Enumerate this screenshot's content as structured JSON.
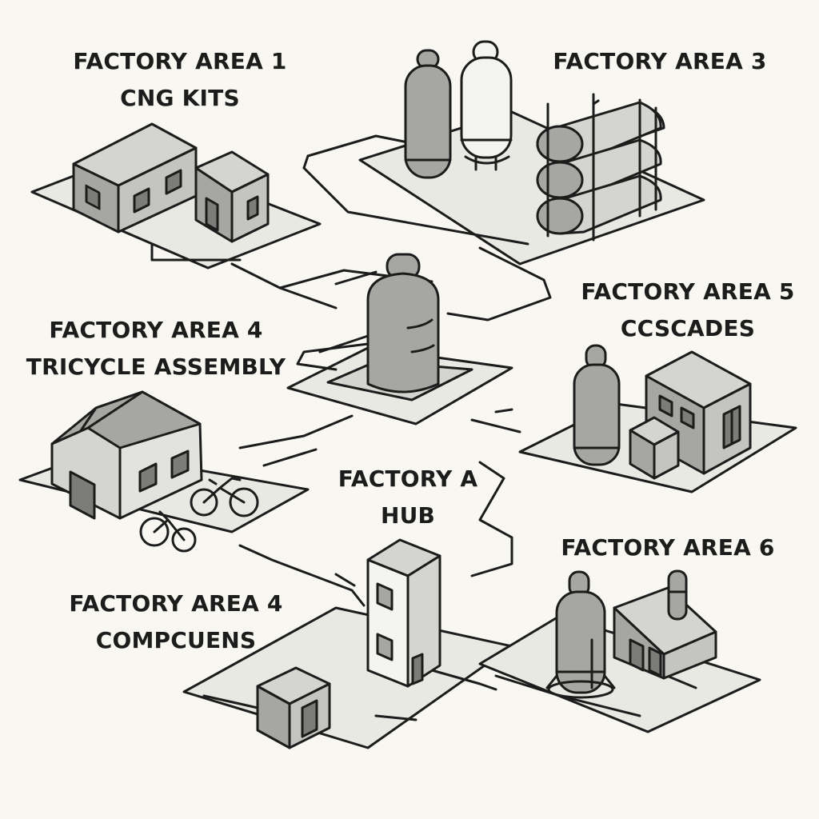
{
  "labels": {
    "area1": {
      "line1": "FACTORY AREA 1",
      "line2": "CNG KITS"
    },
    "area3": {
      "line1": "FACTORY AREA 3"
    },
    "area5": {
      "line1": "FACTORY AREA 5",
      "line2": "CCSCADES"
    },
    "area4_tricycle": {
      "line1": "FACTORY AREA 4",
      "line2": "TRICYCLE ASSEMBLY"
    },
    "hub": {
      "line1": "FACTORY A",
      "line2": "HUB"
    },
    "area6": {
      "line1": "FACTORY AREA 6"
    },
    "area4_comp": {
      "line1": "FACTORY AREA 4",
      "line2": "COMPCUENS"
    }
  },
  "colors": {
    "background": "#f8f7f2",
    "outline": "#1c1c1c",
    "platform": "#e9e9e4",
    "building_light": "#d4d4d0",
    "building_mid": "#a6a6a2",
    "building_dark": "#7c7c78",
    "tank_white": "#f4f4f1"
  }
}
